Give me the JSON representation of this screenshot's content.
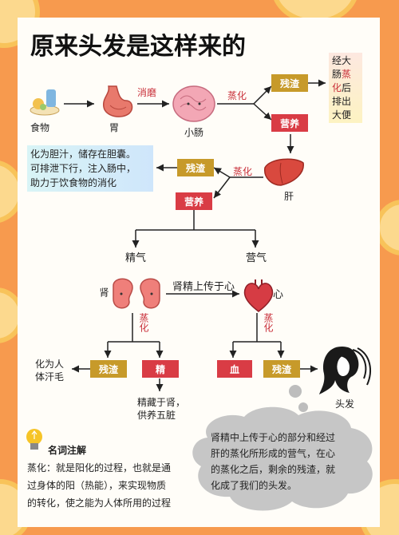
{
  "title": "原来头发是这样来的",
  "nodes": {
    "food": "食物",
    "stomach": "胃",
    "digest": "消磨",
    "small_intestine": "小肠",
    "steam_top": "蒸化",
    "residue_top": "残渣",
    "nutrient_top": "营养",
    "stool_note": [
      "经大",
      "肠蒸",
      "化后",
      "排出",
      "大便"
    ],
    "bile_note": [
      "化为胆汁，储存在胆囊。",
      "可排泄下行，注入肠中，",
      "助力于饮食物的消化"
    ],
    "residue_liver": "残渣",
    "steam_liver": "蒸化",
    "liver": "肝",
    "nutrient_liver": "营养",
    "jingqi": "精气",
    "yingqi": "营气",
    "kidney": "肾",
    "heart": "心",
    "up_to_heart": "肾精上传于心",
    "steam_kidney": "蒸化",
    "steam_heart": "蒸化",
    "residue_kidney": "残渣",
    "essence": "精",
    "blood": "血",
    "residue_heart": "残渣",
    "body_hair": [
      "化为人",
      "体汗毛"
    ],
    "store_note": [
      "精藏于肾，",
      "供养五脏"
    ],
    "hair": "头发"
  },
  "glossary": {
    "heading": "名词注解",
    "lines": [
      "蒸化：就是阳化的过程，也就是通",
      "过身体的阳（热能），来实现物质",
      "的转化，使之能为人体所用的过程"
    ]
  },
  "bubble": [
    "肾精中上传于心的部分和经过",
    "肝的蒸化所形成的营气，在心",
    "的蒸化之后，剩余的残渣，就",
    "化成了我们的头发。"
  ],
  "colors": {
    "accent": "#d93c45",
    "gold": "#c79a2a",
    "background": "#f79a4e"
  }
}
